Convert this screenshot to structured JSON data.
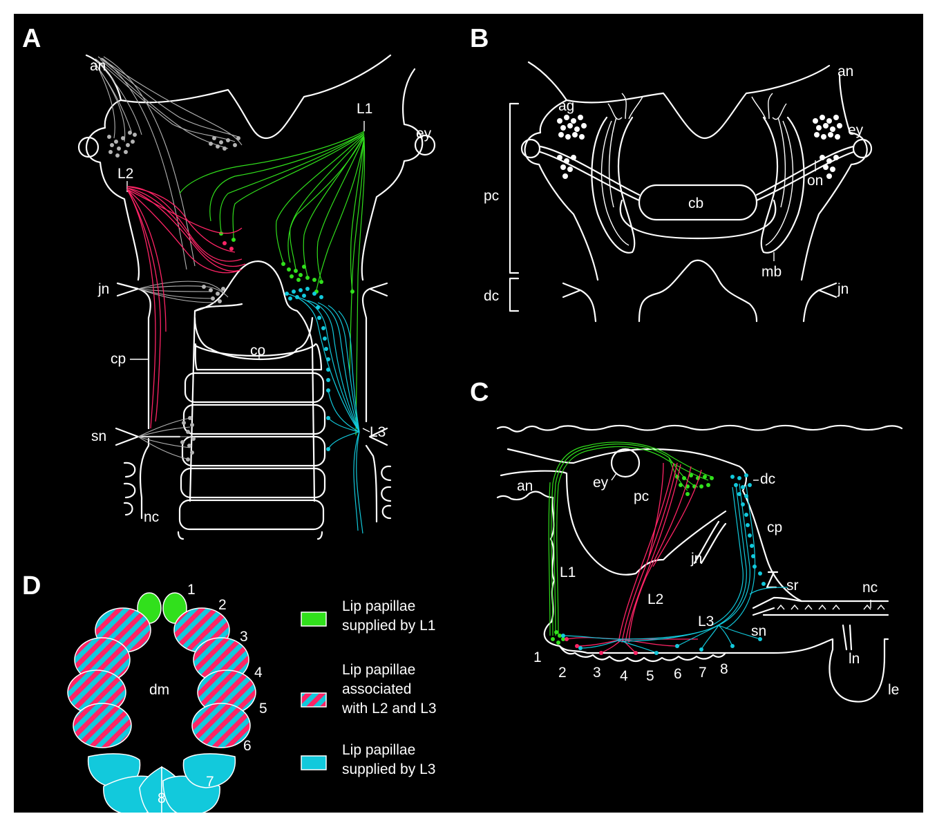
{
  "panels": {
    "a": "A",
    "b": "B",
    "c": "C",
    "d": "D"
  },
  "colors": {
    "background": "#000000",
    "outline": "#ffffff",
    "l1": "#31e01c",
    "l2": "#ff2466",
    "l3": "#12c9dc",
    "grey_nerves": "#b4b4b4"
  },
  "panel_a": {
    "labels": {
      "an": "an",
      "ey": "ey",
      "l1": "L1",
      "l2": "L2",
      "l3": "L3",
      "jn": "jn",
      "cp": "cp",
      "co": "co",
      "sn": "sn",
      "nc": "nc"
    }
  },
  "panel_b": {
    "labels": {
      "an": "an",
      "ey": "ey",
      "ag": "ag",
      "pc": "pc",
      "dc": "dc",
      "cb": "cb",
      "on": "on",
      "mb": "mb",
      "jn": "jn"
    }
  },
  "panel_c": {
    "labels": {
      "an": "an",
      "ey": "ey",
      "pc": "pc",
      "dc": "dc",
      "cp": "cp",
      "jn": "jn",
      "sr": "sr",
      "nc": "nc",
      "l1": "L1",
      "l2": "L2",
      "l3": "L3",
      "sn": "sn",
      "ln": "ln",
      "le": "le"
    },
    "papilla_numbers": [
      "1",
      "2",
      "3",
      "4",
      "5",
      "6",
      "7",
      "8"
    ]
  },
  "panel_d": {
    "center_label": "dm",
    "papilla_numbers": [
      "1",
      "2",
      "3",
      "4",
      "5",
      "6",
      "7",
      "8"
    ],
    "legend": [
      {
        "lines": [
          "Lip papillae",
          "supplied by L1"
        ],
        "swatch": "green"
      },
      {
        "lines": [
          "Lip papillae",
          "associated",
          "with L2 and L3"
        ],
        "swatch": "striped"
      },
      {
        "lines": [
          "Lip papillae",
          "supplied by L3"
        ],
        "swatch": "cyan"
      }
    ]
  }
}
